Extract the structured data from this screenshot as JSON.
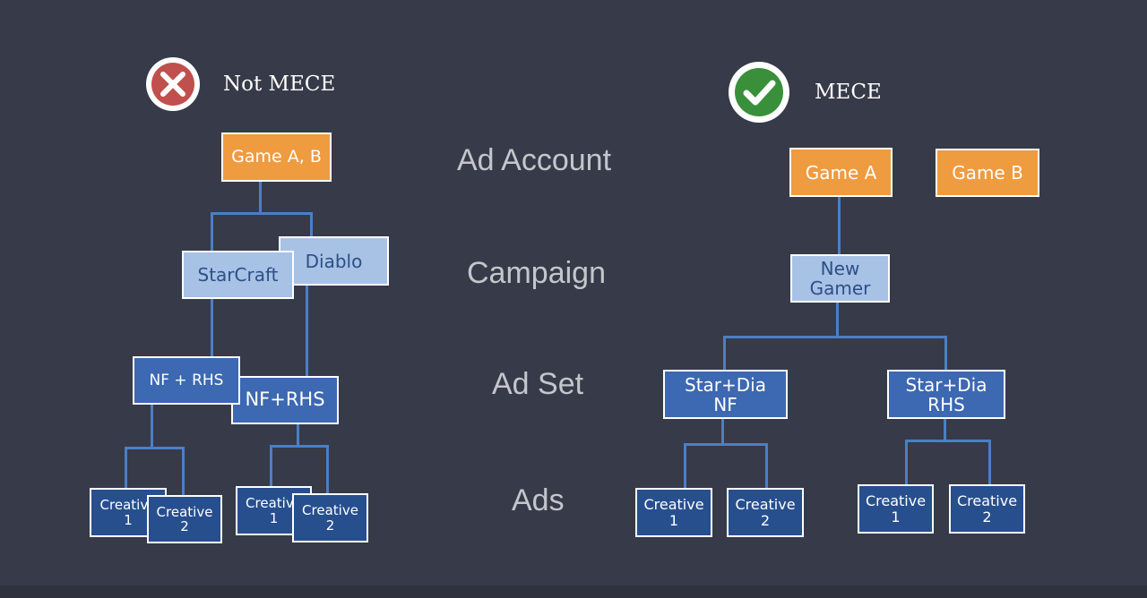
{
  "left_header": {
    "icon": "cross-icon",
    "label": "Not MECE",
    "icon_color": "#c0504d"
  },
  "right_header": {
    "icon": "check-icon",
    "label": "MECE",
    "icon_color": "#3a8f3a"
  },
  "levels": [
    "Ad Account",
    "Campaign",
    "Ad Set",
    "Ads"
  ],
  "left_tree": {
    "account": "Game A, B",
    "campaigns": [
      "StarCraft",
      "Diablo"
    ],
    "adsets": [
      "NF + RHS",
      "NF+RHS"
    ],
    "ads": [
      "Creative\n1",
      "Creative\n2",
      "Creative\n1",
      "Creative\n2"
    ]
  },
  "right_tree": {
    "accounts": [
      "Game A",
      "Game B"
    ],
    "campaign": "New\nGamer",
    "adsets": [
      "Star+Dia\nNF",
      "Star+Dia\nRHS"
    ],
    "ads": [
      "Creative\n1",
      "Creative\n2",
      "Creative\n1",
      "Creative\n2"
    ]
  },
  "colors": {
    "background": "#373a48",
    "account": "#ef9b3f",
    "campaign": "#a8c2e6",
    "adset": "#3d68b2",
    "ad": "#274f8e",
    "connector": "#4a7fc7"
  }
}
